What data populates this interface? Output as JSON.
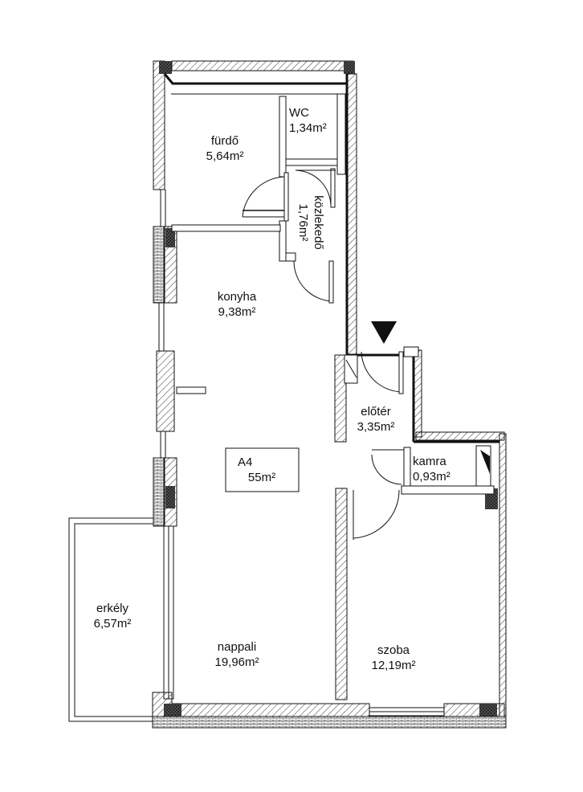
{
  "plan": {
    "unit": {
      "name": "A4",
      "area": "55m²"
    },
    "rooms": [
      {
        "id": "furdo",
        "name": "fürdő",
        "area": "5,64m²"
      },
      {
        "id": "wc",
        "name": "WC",
        "area": "1,34m²"
      },
      {
        "id": "kozlekedo",
        "name": "közlekedő",
        "area": "1,76m²"
      },
      {
        "id": "konyha",
        "name": "konyha",
        "area": "9,38m²"
      },
      {
        "id": "eloter",
        "name": "előtér",
        "area": "3,35m²"
      },
      {
        "id": "kamra",
        "name": "kamra",
        "area": "0,93m²"
      },
      {
        "id": "erkely",
        "name": "erkély",
        "area": "6,57m²"
      },
      {
        "id": "nappali",
        "name": "nappali",
        "area": "19,96m²"
      },
      {
        "id": "szoba",
        "name": "szoba",
        "area": "12,19m²"
      }
    ],
    "colors": {
      "wall": "#111111",
      "hatch": "#333333",
      "hatch_dark": "#444444",
      "background": "#ffffff"
    },
    "icons": {
      "entrance": "entrance-arrow-icon"
    }
  }
}
